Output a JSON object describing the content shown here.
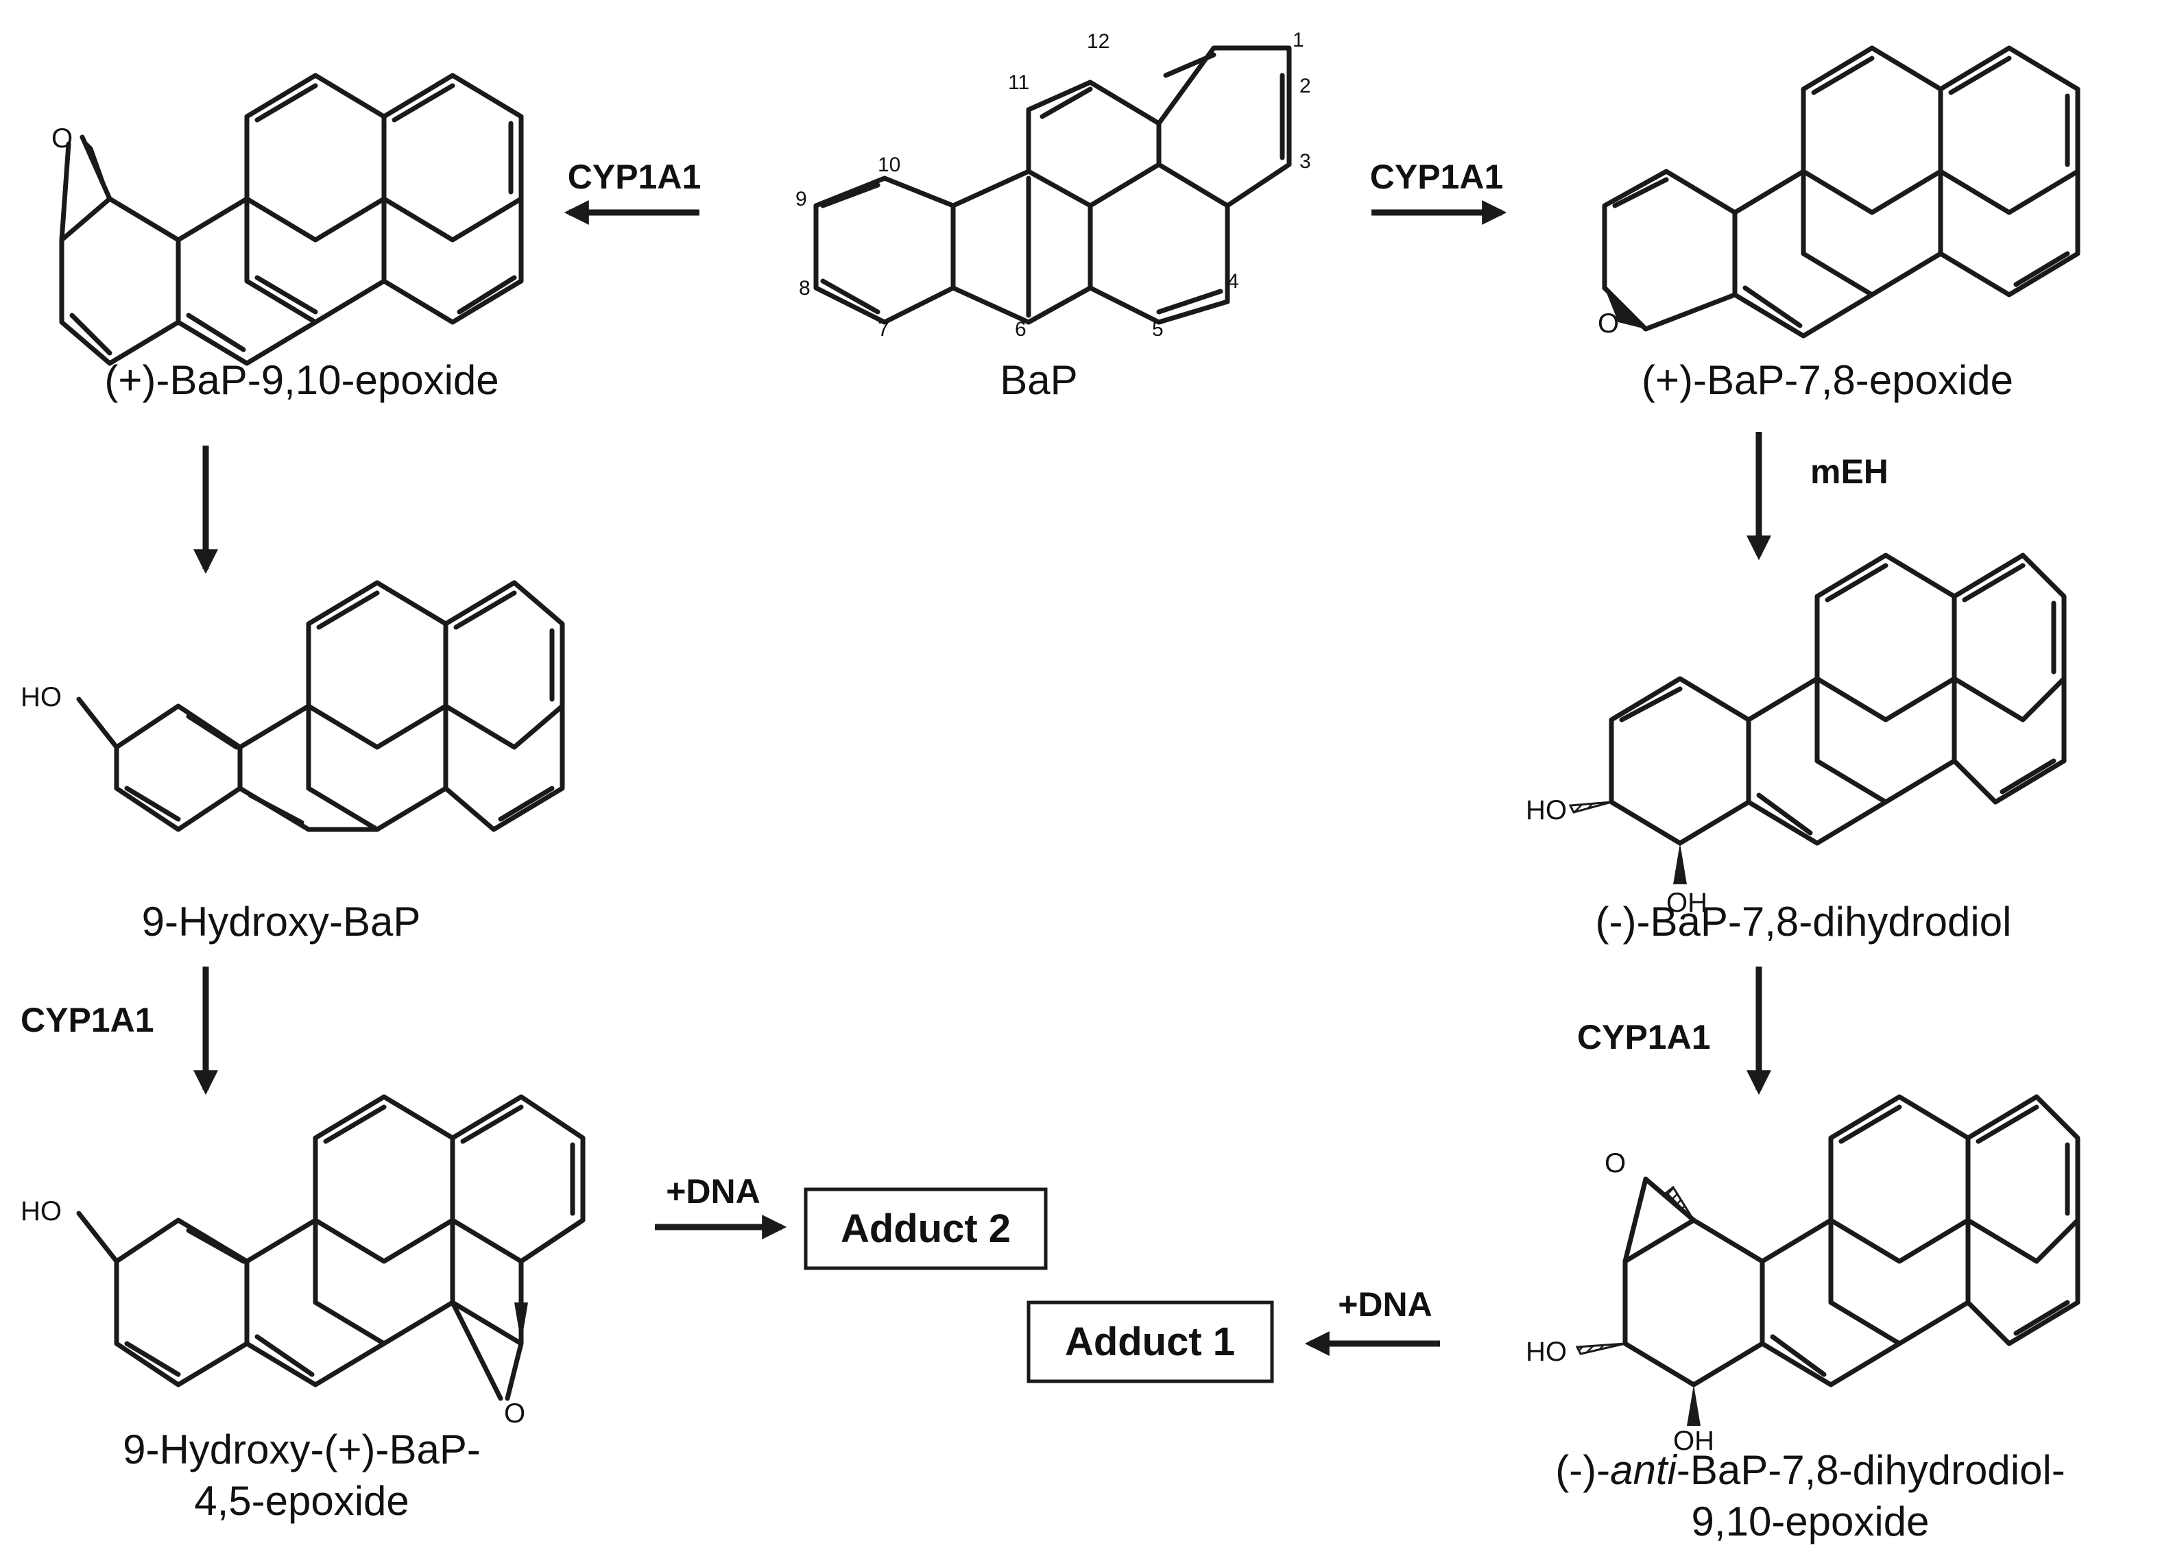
{
  "compounds": {
    "bap": "BaP",
    "epox910": "(+)-BaP-9,10-epoxide",
    "epox78": "(+)-BaP-7,8-epoxide",
    "hydroxy": "9-Hydroxy-BaP",
    "hydroxy45_line1": "9-Hydroxy-(+)-BaP-",
    "hydroxy45_line2": "4,5-epoxide",
    "dihydrodiol": "(-)-BaP-7,8-dihydrodiol",
    "dde_prefix": "(-)-",
    "dde_italic": "anti",
    "dde_suffix": "-BaP-7,8-dihydrodiol-",
    "dde_line2": "9,10-epoxide"
  },
  "enzymes": {
    "cyp1a1": "CYP1A1",
    "meh": "mEH",
    "dna": "+DNA"
  },
  "adducts": {
    "adduct1": "Adduct 1",
    "adduct2": "Adduct 2"
  },
  "atoms": {
    "o": "O",
    "ho": "HO",
    "oh": "OH"
  },
  "numbering": [
    "1",
    "2",
    "3",
    "4",
    "5",
    "6",
    "7",
    "8",
    "9",
    "10",
    "11",
    "12"
  ]
}
